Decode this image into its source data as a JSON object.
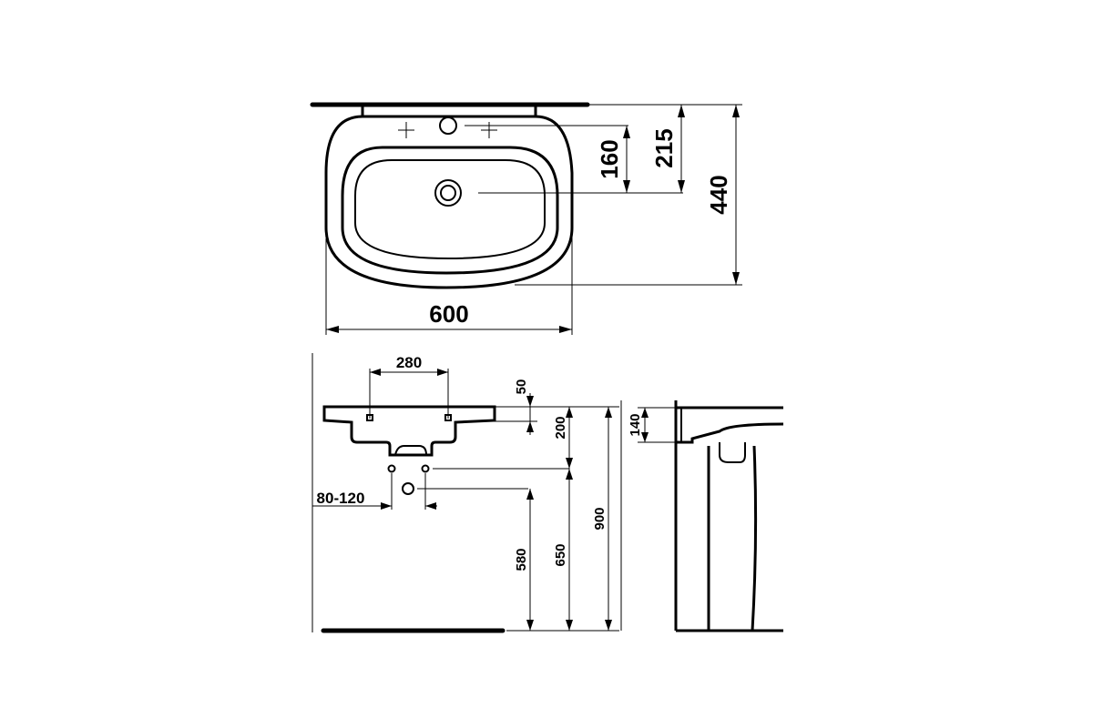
{
  "top_view": {
    "dims": {
      "width": "600",
      "hole_depth": "160",
      "tap_depth": "215",
      "total_depth": "440"
    }
  },
  "front_view": {
    "dims": {
      "tap_spacing": "280",
      "rim_height": "50",
      "basin_height": "200",
      "supply_offset": "80-120",
      "supply_height": "580",
      "waste_height": "650",
      "rim_to_floor": "900"
    }
  },
  "side_view": {
    "dims": {
      "side_height": "140"
    }
  }
}
